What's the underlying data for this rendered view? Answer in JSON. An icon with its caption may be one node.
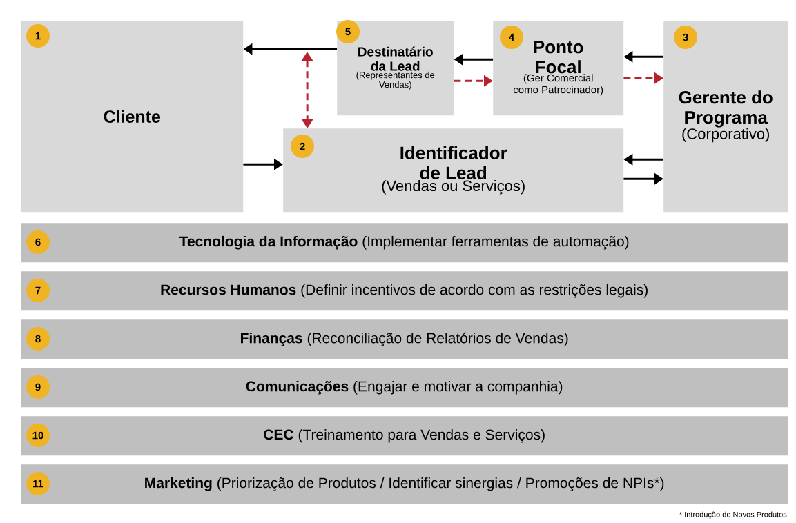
{
  "diagram": {
    "nodes": [
      {
        "text": [
          "Cliente"
        ]
      },
      {
        "text": [
          "1"
        ],
        "in": 0
      },
      {
        "text": [
          "Destinatário da Lead",
          "(Representantes de Vendas)"
        ]
      },
      {
        "text": [
          "5"
        ],
        "in": 2
      },
      {
        "text": [
          "Ponto Focal",
          "(Ger Comercial como Patrocinador)"
        ]
      },
      {
        "text": [
          "4"
        ],
        "in": 4
      },
      {
        "text": [
          "Gerente do Programa",
          "(Corporativo)"
        ]
      },
      {
        "text": [
          "3"
        ],
        "in": 6
      },
      {
        "text": [
          "Identificador de Lead",
          "(Vendas ou Serviços)"
        ]
      },
      {
        "text": [
          "2"
        ],
        "in": 8
      },
      {
        "text": [
          "**Tecnologia da Informação** (Implementar ferramentas de automação)"
        ]
      },
      {
        "text": [
          "6"
        ],
        "in": 10
      },
      {
        "text": [
          "**Recursos Humanos** (Definir incentivos de acordo com as restrições legais)"
        ]
      },
      {
        "text": [
          "7"
        ],
        "in": 12
      },
      {
        "text": [
          "**Finanças** (Reconciliação de Relatórios de Vendas)"
        ]
      },
      {
        "text": [
          "8"
        ],
        "in": 14
      },
      {
        "text": [
          "**Comunicações** (Engajar e motivar a companhia)"
        ]
      },
      {
        "text": [
          "9"
        ],
        "in": 16
      },
      {
        "text": [
          "**CEC** (Treinamento para Vendas e Serviços)"
        ]
      },
      {
        "text": [
          "10"
        ],
        "in": 18
      },
      {
        "text": [
          "**Marketing** (Priorização de Produtos / Identificar sinergias / Promoções de NPIs*)"
        ]
      },
      {
        "text": [
          "11"
        ],
        "in": 20
      }
    ],
    "edges": [
      {
        "from": 2,
        "to": 0,
        "arrow": "to"
      },
      {
        "from": null,
        "to": 8,
        "arrow": "both",
        "style": "dashed",
        "color": "#b5232f"
      },
      {
        "from": 0,
        "to": 8,
        "arrow": "to"
      },
      {
        "from": 4,
        "to": 2,
        "arrow": "to"
      },
      {
        "from": 2,
        "to": 4,
        "arrow": "to",
        "style": "dashed",
        "color": "#b5232f"
      },
      {
        "from": 6,
        "to": 4,
        "arrow": "to"
      },
      {
        "from": 4,
        "to": 6,
        "arrow": "to",
        "style": "dashed",
        "color": "#b5232f"
      },
      {
        "from": 6,
        "to": 8,
        "arrow": "to"
      },
      {
        "from": 8,
        "to": 6,
        "arrow": "to"
      }
    ],
    "labels": [
      "* Introdução de Novos Produtos"
    ]
  }
}
